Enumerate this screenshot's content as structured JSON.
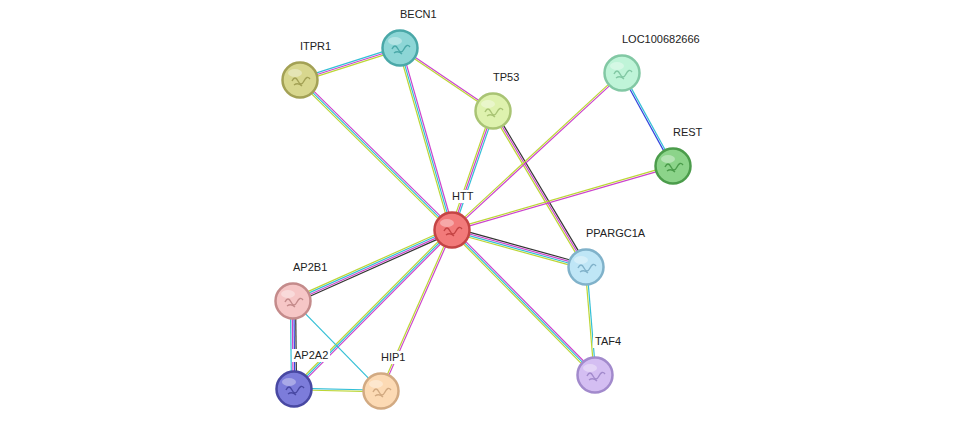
{
  "diagram": {
    "nodes": [
      {
        "text": [
          "BECN1"
        ]
      },
      {
        "text": [
          "ITPR1"
        ]
      },
      {
        "text": [
          "LOC100682666"
        ]
      },
      {
        "text": [
          "TP53"
        ]
      },
      {
        "text": [
          "REST"
        ]
      },
      {
        "text": [
          "HTT"
        ]
      },
      {
        "text": [
          "PPARGC1A"
        ]
      },
      {
        "text": [
          "AP2B1"
        ]
      },
      {
        "text": [
          "AP2A2"
        ]
      },
      {
        "text": [
          "HIP1"
        ]
      },
      {
        "text": [
          "TAF4"
        ]
      }
    ],
    "edges": [
      {
        "from": 1,
        "to": 0,
        "arrow": "none"
      },
      {
        "from": 1,
        "to": 5,
        "arrow": "none"
      },
      {
        "from": 0,
        "to": 3,
        "arrow": "none"
      },
      {
        "from": 0,
        "to": 5,
        "arrow": "none"
      },
      {
        "from": 3,
        "to": 5,
        "arrow": "none"
      },
      {
        "from": 3,
        "to": 6,
        "arrow": "none"
      },
      {
        "from": 2,
        "to": 5,
        "arrow": "none"
      },
      {
        "from": 2,
        "to": 4,
        "arrow": "none"
      },
      {
        "from": 4,
        "to": 5,
        "arrow": "none"
      },
      {
        "from": 5,
        "to": 6,
        "arrow": "none"
      },
      {
        "from": 5,
        "to": 10,
        "arrow": "none"
      },
      {
        "from": 5,
        "to": 7,
        "arrow": "none"
      },
      {
        "from": 5,
        "to": 8,
        "arrow": "none"
      },
      {
        "from": 5,
        "to": 9,
        "arrow": "none"
      },
      {
        "from": 7,
        "to": 8,
        "arrow": "none"
      },
      {
        "from": 7,
        "to": 9,
        "arrow": "none"
      },
      {
        "from": 8,
        "to": 9,
        "arrow": "none"
      },
      {
        "from": 6,
        "to": 10,
        "arrow": "none"
      }
    ]
  }
}
